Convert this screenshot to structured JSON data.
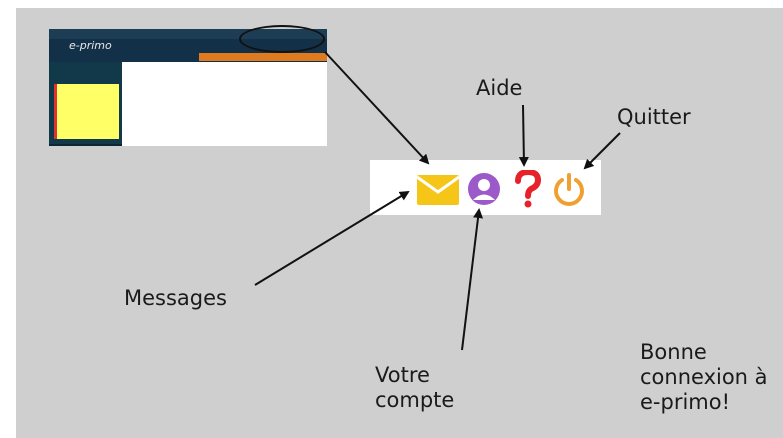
{
  "labels": {
    "aide": "Aide",
    "quitter": "Quitter",
    "messages": "Messages",
    "votre_compte": "Votre compte",
    "bonne_connexion": "Bonne connexion à e-primo!"
  },
  "thumbnail": {
    "logo_text": "e-primo"
  },
  "icons": {
    "messages": "envelope-icon",
    "account": "user-icon",
    "help": "question-mark-icon",
    "quit": "power-icon"
  },
  "colors": {
    "envelope": "#f5c518",
    "account": "#9b59c9",
    "help": "#e8202a",
    "quit": "#f0a030",
    "background": "#cfcfcf"
  }
}
